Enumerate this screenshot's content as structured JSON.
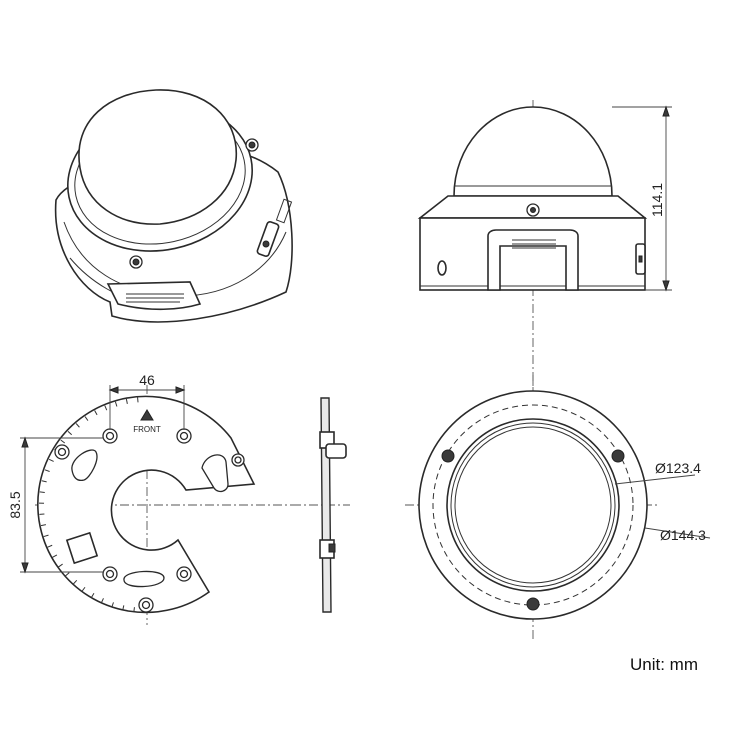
{
  "dimensions": {
    "height": "114.1",
    "hole_spacing_horizontal": "46",
    "hole_spacing_vertical": "83.5",
    "inner_diameter": "Ø123.4",
    "outer_diameter": "Ø144.3"
  },
  "labels": {
    "front": "FRONT"
  },
  "unit_label": "Unit: mm"
}
